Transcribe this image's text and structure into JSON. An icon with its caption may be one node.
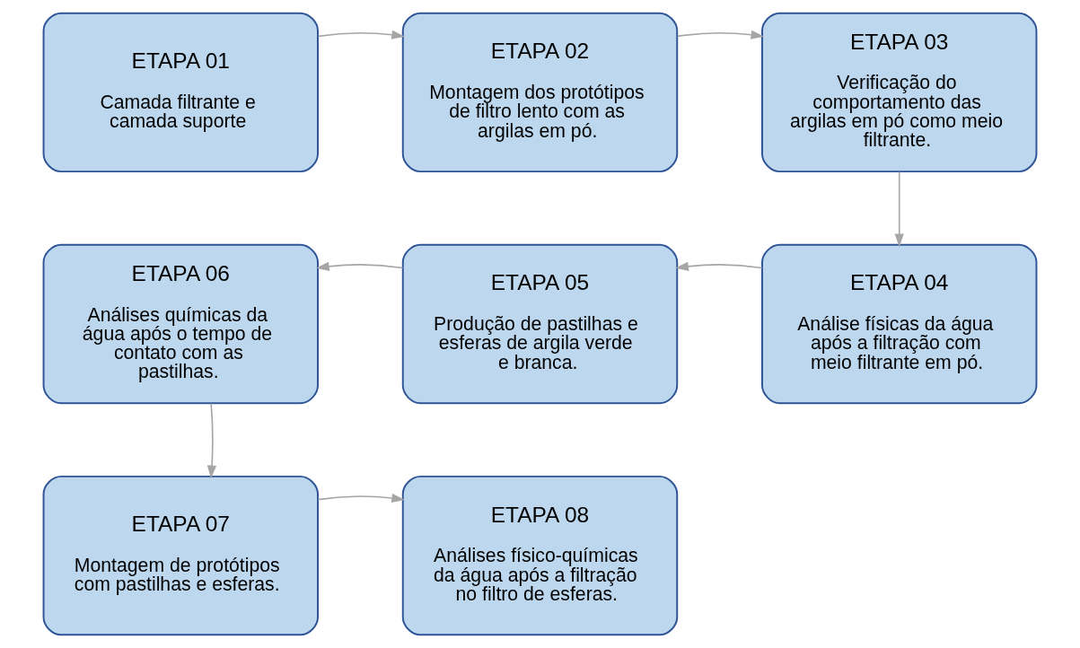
{
  "diagram": {
    "nodes": [
      {
        "text": [
          "ETAPA 01",
          "Camada filtrante e camada suporte"
        ]
      },
      {
        "text": [
          "ETAPA 02",
          "Montagem dos protótipos de filtro lento com as argilas em pó."
        ]
      },
      {
        "text": [
          "ETAPA 03",
          "Verificação do comportamento das argilas em pó como meio filtrante."
        ]
      },
      {
        "text": [
          "ETAPA 04",
          "Análise físicas da água após a filtração com meio filtrante em pó."
        ]
      },
      {
        "text": [
          "ETAPA 05",
          "Produção de pastilhas e esferas de argila verde e branca."
        ]
      },
      {
        "text": [
          "ETAPA 06",
          "Análises químicas da água após o tempo de contato com as pastilhas."
        ]
      },
      {
        "text": [
          "ETAPA 07",
          "Montagem de protótipos com pastilhas e esferas."
        ]
      },
      {
        "text": [
          "ETAPA 08",
          "Análises físico-químicas da água após a filtração no filtro de esferas."
        ]
      }
    ],
    "edges": [
      {
        "from": 0,
        "to": 1,
        "arrow": "to"
      },
      {
        "from": 1,
        "to": 2,
        "arrow": "to"
      },
      {
        "from": 2,
        "to": 3,
        "arrow": "to"
      },
      {
        "from": 3,
        "to": 4,
        "arrow": "to"
      },
      {
        "from": 4,
        "to": 5,
        "arrow": "to"
      },
      {
        "from": 5,
        "to": 6,
        "arrow": "to"
      },
      {
        "from": 6,
        "to": 7,
        "arrow": "to"
      }
    ]
  }
}
